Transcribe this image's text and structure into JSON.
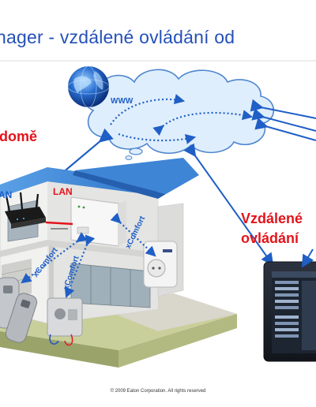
{
  "title": "anager - vzdálené ovládání od",
  "cloud_label": "WWW",
  "home_label": "domě",
  "lan_left": "AN",
  "lan_right": "LAN",
  "xcomfort_labels": [
    "xComfort",
    "xComfort",
    "xComfort"
  ],
  "remote_label_line1": "Vzdálené",
  "remote_label_line2": "ovládání",
  "footer": "© 2009 Eaton Corporation. All rights reserved",
  "colors": {
    "title": "#2451b8",
    "red": "#e3141b",
    "arrow": "#1f5fc6"
  }
}
